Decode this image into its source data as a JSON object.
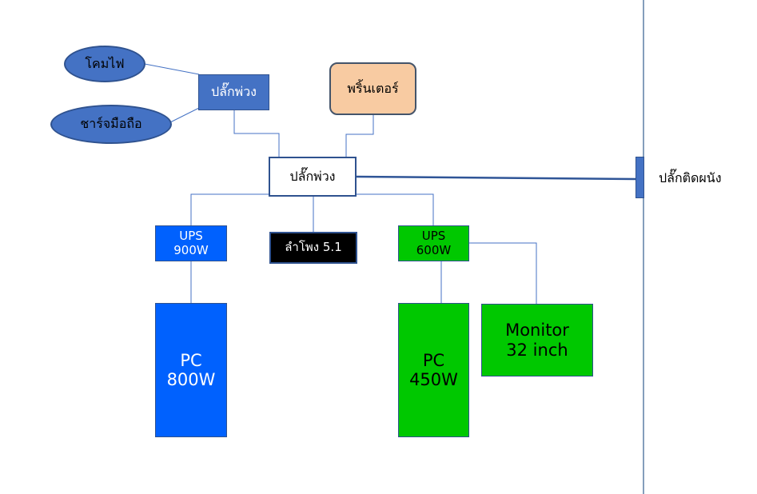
{
  "nodes": {
    "lamp": "โคมไฟ",
    "phone_charger": "ชาร์จมือถือ",
    "power_strip_small": "ปลั๊กพ่วง",
    "printer": "พริ้นเตอร์",
    "power_strip_main": "ปลั๊กพ่วง",
    "wall_outlet": "ปลั๊กติดผนัง",
    "ups_900": "UPS\n900W",
    "speaker": "ลำโพง 5.1",
    "ups_600": "UPS\n600W",
    "pc_800": "PC\n800W",
    "pc_450": "PC\n450W",
    "monitor": "Monitor\n32 inch"
  },
  "colors": {
    "connector": "#4472c4",
    "connector_thick": "#2f5597",
    "wall_line": "#5b7fa6",
    "node_blue": "#4472c4",
    "bright_blue": "#0061fe",
    "green": "#00c800",
    "printer_fill": "#f8cba2",
    "speaker_fill": "#000000"
  }
}
